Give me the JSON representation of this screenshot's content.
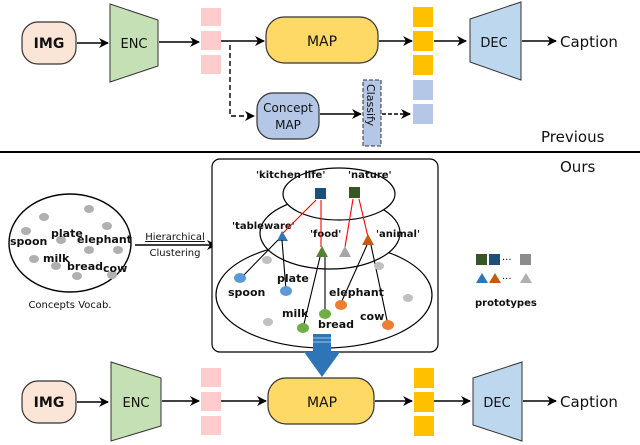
{
  "previous": {
    "section_label": "Previous",
    "img": "IMG",
    "enc": "ENC",
    "map": "MAP",
    "concept_map": [
      "Concept",
      "MAP"
    ],
    "classify": "Classify",
    "dec": "DEC",
    "caption": "Caption"
  },
  "ours": {
    "section_label": "Ours",
    "vocab_title": "Concepts Vocab.",
    "vocab_words": [
      "spoon",
      "plate",
      "elephant",
      "milk",
      "bread",
      "cow"
    ],
    "clustering_label": [
      "Hierarchical",
      "Clustering"
    ],
    "top_level": [
      "'kitchen life'",
      "'nature'"
    ],
    "mid_level": [
      "'tableware'",
      "'food'",
      "'animal'"
    ],
    "leaf_words": [
      "spoon",
      "plate",
      "milk",
      "bread",
      "elephant",
      "cow"
    ],
    "prototypes_label": "prototypes",
    "img": "IMG",
    "enc": "ENC",
    "map": "MAP",
    "dec": "DEC",
    "caption": "Caption"
  },
  "colors": {
    "img_fill": "#fbe5d6",
    "enc_fill": "#c5e0b4",
    "map_fill": "#ffd966",
    "concept_fill": "#b4c7e7",
    "dec_fill": "#bdd7ee",
    "token_pink": "#ffcccc",
    "token_gold": "#ffc000",
    "token_blue": "#b4c7e7",
    "dark_green": "#375623",
    "dark_blue": "#1f4e79",
    "proto_blue": "#2e75b6",
    "proto_orange": "#c55a11",
    "proto_green": "#548235",
    "gray": "#a6a6a6",
    "red_link": "#ff0000",
    "dot_blue": "#5b9bd5",
    "dot_green": "#70ad47",
    "dot_orange": "#ed7d31",
    "big_arrow": "#2e75b6"
  }
}
